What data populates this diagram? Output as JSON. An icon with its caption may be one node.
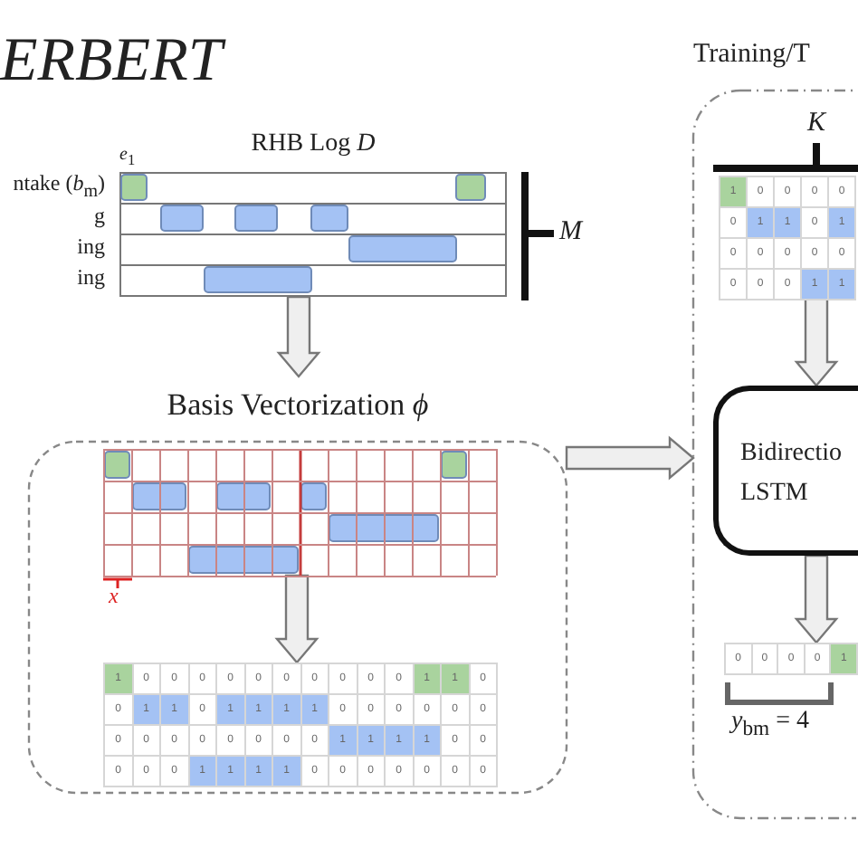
{
  "diagram": {
    "title": "ERBERT",
    "nodes": [
      {
        "text": [
          "RHB Log *D*"
        ],
        "beside": [
          "*e*$_{1}$",
          "ntake (*b*$_{m}$)",
          "g",
          "ing",
          "ing"
        ]
      },
      {
        "text": [
          "Basis Vectorization *ϕ*"
        ]
      },
      {
        "text": [],
        "shape": "box",
        "in": 1
      },
      {
        "text": [],
        "shape": "box",
        "in": 1
      },
      {
        "text": [
          "Training/T"
        ]
      },
      {
        "text": [],
        "shape": "box",
        "in": 4
      },
      {
        "text": [
          "Bidirectio LSTM"
        ],
        "in": 4
      },
      {
        "text": [],
        "shape": "box",
        "in": 4
      }
    ],
    "edges": [
      {
        "from": 0,
        "to": 1,
        "arrow": "to"
      },
      {
        "from": 2,
        "to": 3,
        "arrow": "to"
      },
      {
        "from": 1,
        "to": 4,
        "arrow": "to"
      },
      {
        "from": 5,
        "to": 6,
        "arrow": "to"
      },
      {
        "from": 6,
        "to": 7,
        "arrow": "to"
      }
    ],
    "labels": [
      "M",
      "K",
      "1",
      "0",
      "0",
      "0",
      "0",
      "0",
      "1",
      "1",
      "0",
      "1",
      "0",
      "0",
      "0",
      "0",
      "0",
      "0",
      "0",
      "0",
      "1",
      "1",
      "x",
      "1",
      "0",
      "0",
      "0",
      "0",
      "0",
      "0",
      "0",
      "0",
      "0",
      "0",
      "1",
      "1",
      "0",
      "0",
      "1",
      "1",
      "0",
      "1",
      "1",
      "1",
      "1",
      "0",
      "0",
      "0",
      "0",
      "0",
      "0",
      "0",
      "0",
      "0",
      "0",
      "0",
      "0",
      "0",
      "0",
      "1",
      "1",
      "1",
      "1",
      "0",
      "0",
      "0",
      "0",
      "0",
      "1",
      "1",
      "1",
      "1",
      "0",
      "0",
      "0",
      "0",
      "0",
      "0",
      "0",
      "0",
      "0",
      "0",
      "0",
      "1",
      "*y*$_{bm}$ = 4"
    ]
  }
}
